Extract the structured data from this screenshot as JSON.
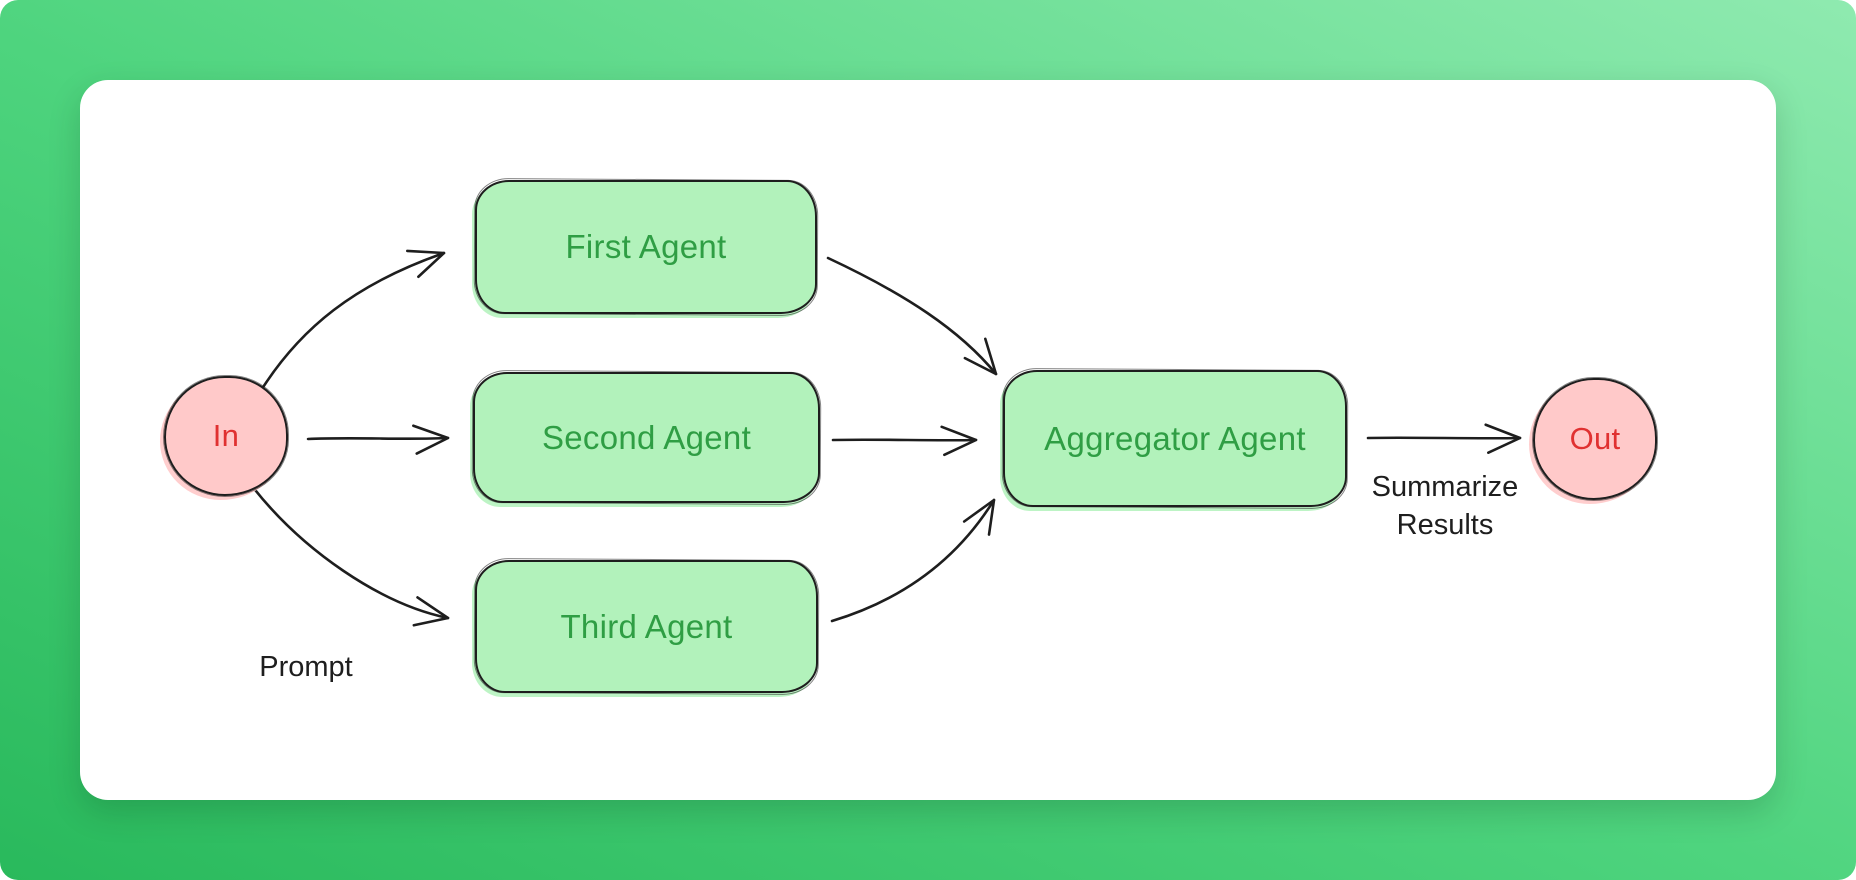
{
  "colors": {
    "background_gradient_from": "#29b95c",
    "background_gradient_to": "#8feab0",
    "card_background": "#ffffff",
    "stroke": "#1e1e1e",
    "agent_node_fill": "#b2f2bb",
    "agent_node_text": "#2f9e44",
    "endpoint_node_fill": "#ffc9c9",
    "endpoint_node_text": "#e03131"
  },
  "diagram": {
    "nodes": {
      "in": {
        "label": "In",
        "shape": "ellipse"
      },
      "first_agent": {
        "label": "First Agent",
        "shape": "rectangle"
      },
      "second_agent": {
        "label": "Second Agent",
        "shape": "rectangle"
      },
      "third_agent": {
        "label": "Third Agent",
        "shape": "rectangle"
      },
      "aggregator_agent": {
        "label": "Aggregator Agent",
        "shape": "rectangle"
      },
      "out": {
        "label": "Out",
        "shape": "ellipse"
      }
    },
    "edges": [
      {
        "from": "In",
        "to": "First Agent"
      },
      {
        "from": "In",
        "to": "Second Agent"
      },
      {
        "from": "In",
        "to": "Third Agent"
      },
      {
        "from": "First Agent",
        "to": "Aggregator Agent"
      },
      {
        "from": "Second Agent",
        "to": "Aggregator Agent"
      },
      {
        "from": "Third Agent",
        "to": "Aggregator Agent"
      },
      {
        "from": "Aggregator Agent",
        "to": "Out",
        "label": "Summarize Results"
      }
    ],
    "labels": {
      "prompt": "Prompt",
      "summarize_line1": "Summarize",
      "summarize_line2": "Results"
    }
  }
}
